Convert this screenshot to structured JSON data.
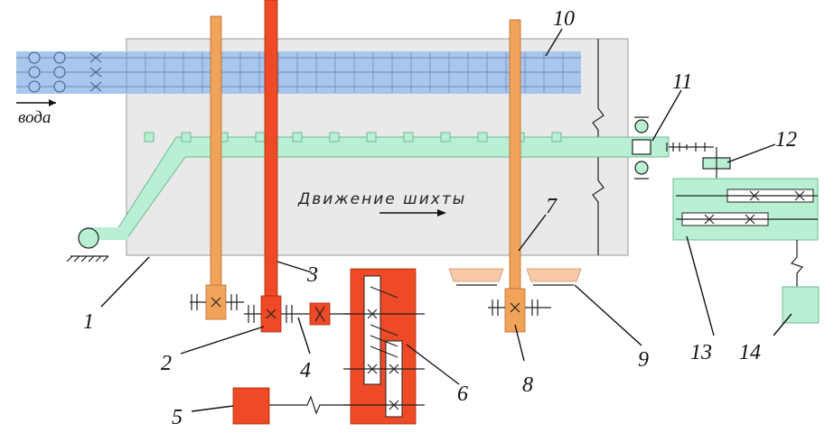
{
  "diagram": {
    "water_label": "вода",
    "motion_label": "Движение шихты",
    "callouts": [
      "1",
      "2",
      "3",
      "4",
      "5",
      "6",
      "7",
      "8",
      "9",
      "10",
      "11",
      "12",
      "13",
      "14"
    ]
  },
  "colors": {
    "chamber": "#e9e9e9",
    "water": "#a9c6ec",
    "conveyor": "#b9f0d4",
    "shaft_orange": "#f2a35a",
    "shaft_red": "#ef4a26",
    "shoe": "#f7c9a8",
    "motor_green": "#b9f0d4"
  }
}
